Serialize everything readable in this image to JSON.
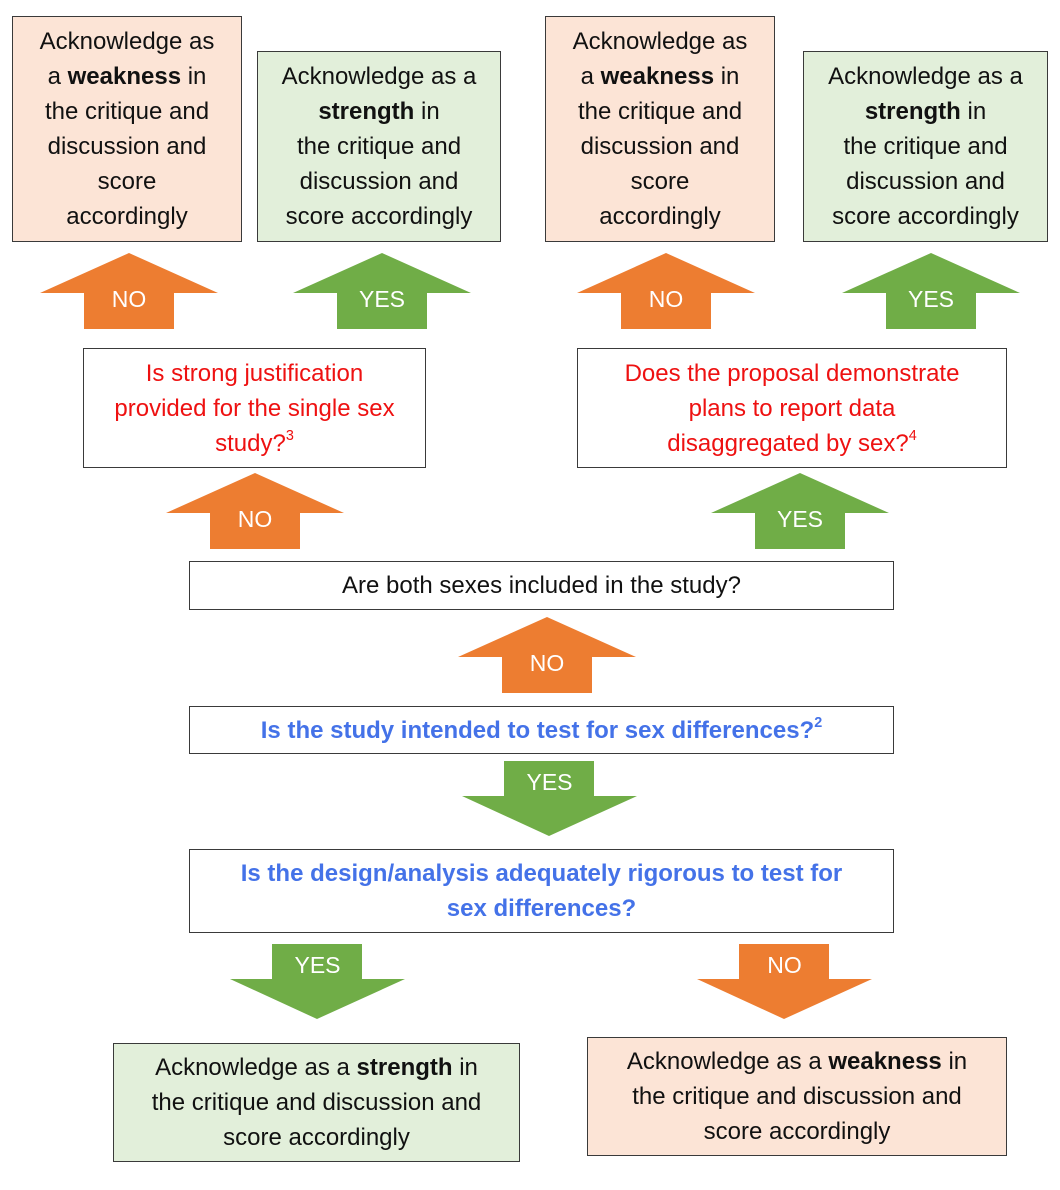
{
  "colors": {
    "weakness_fill": "#fce4d6",
    "strength_fill": "#e2efda",
    "no_arrow": "#ed7d31",
    "yes_arrow": "#70ad47",
    "red_text": "#ee1111",
    "blue_text": "#4472e8"
  },
  "text": {
    "ack_as": "Acknowledge as",
    "ack_as_a": "Acknowledge as a",
    "a": "a",
    "weakness": "weakness",
    "strength": "strength",
    "in": "in",
    "the_critique_and": "the critique and",
    "discussion_and": "discussion and",
    "score": "score",
    "accordingly": "accordingly",
    "score_accordingly": "score accordingly",
    "the_critique_and_discussion_and": "the critique and discussion and"
  },
  "arrows": {
    "no": "NO",
    "yes": "YES"
  },
  "questions": {
    "justification_line1": "Is strong justification",
    "justification_line2": "provided for the single sex",
    "justification_line3": "study?",
    "justification_sup": "3",
    "disaggregated_line1": "Does the proposal demonstrate",
    "disaggregated_line2": "plans to report data",
    "disaggregated_line3": "disaggregated by sex?",
    "disaggregated_sup": "4",
    "both_sexes": "Are both sexes included in the study?",
    "intended": "Is the study intended to test for sex differences?",
    "intended_sup": "2",
    "rigorous_line1": "Is the design/analysis adequately rigorous to test for",
    "rigorous_line2": "sex differences?"
  }
}
